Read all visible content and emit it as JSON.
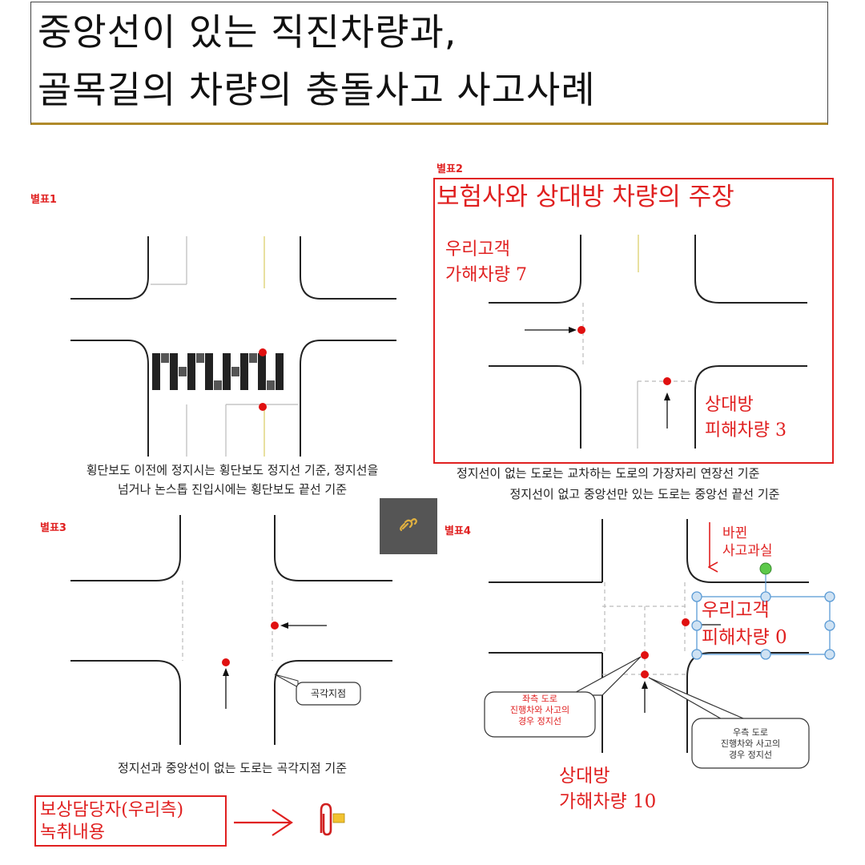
{
  "title": {
    "line1": "중앙선이 있는 직진차량과,",
    "line2": "골목길의 차량의 충돌사고 사고사례"
  },
  "panels": {
    "p1": {
      "label": "별표1",
      "caption1": "횡단보도 이전에 정지시는 횡단보도 정지선 기준, 정지선을",
      "caption2": "넘거나 논스톱 진입시에는 횡단보도 끝선 기준"
    },
    "p2": {
      "label": "별표2",
      "header": "보험사와 상대방 차량의 주장",
      "ours_line1": "우리고객",
      "ours_line2": "가해차량 7",
      "theirs_line1": "상대방",
      "theirs_line2": "피해차량 3",
      "caption1": "정지선이 없는 도로는 교차하는 도로의 가장자리 연장선 기준",
      "caption2": "정지선이 없고 중앙선만 있는 도로는 중앙선 끝선 기준"
    },
    "p3": {
      "label": "별표3",
      "callout": "곡각지점",
      "caption": "정지선과 중앙선이 없는 도로는 곡각지점 기준"
    },
    "p4": {
      "label": "별표4",
      "changed_line1": "바뀐",
      "changed_line2": "사고과실",
      "ours_line1": "우리고객",
      "ours_line2": "피해차량 0",
      "left_callout_line1": "좌측 도로",
      "left_callout_line2": "진행차와 사고의",
      "left_callout_line3": "경우 정지선",
      "right_callout_line1": "우측 도로",
      "right_callout_line2": "진행차와 사고의",
      "right_callout_line3": "경우 정지선",
      "theirs_line1": "상대방",
      "theirs_line2": "가해차량 10"
    }
  },
  "footer": {
    "box_line1": "보상담당자(우리측)",
    "box_line2": "녹취내용"
  },
  "icons": {
    "attachment": "paperclip-icon",
    "link": "link-icon"
  },
  "colors": {
    "accent_red": "#e02020",
    "dot_red": "#e01010",
    "handle_blue": "#5b9bd5",
    "handle_green": "#4caf50"
  }
}
